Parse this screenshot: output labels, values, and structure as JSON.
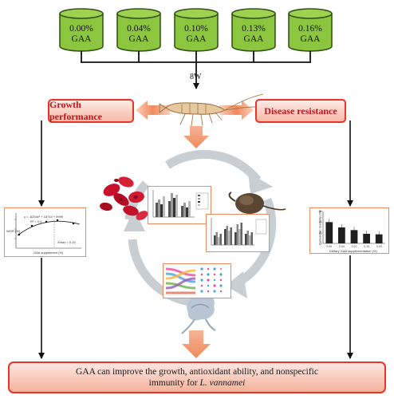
{
  "groups": [
    {
      "dose": "0.00%",
      "name": "GAA"
    },
    {
      "dose": "0.04%",
      "name": "GAA"
    },
    {
      "dose": "0.10%",
      "name": "GAA"
    },
    {
      "dose": "0.13%",
      "name": "GAA"
    },
    {
      "dose": "0.16%",
      "name": "GAA"
    }
  ],
  "duration": "8W",
  "left_box": "Growth performance",
  "right_box": "Disease resistance",
  "conclusion": {
    "line1": "GAA can improve the growth, antioxidant ability, and nonspecific",
    "line2_prefix": "immunity for ",
    "species": "L. vannamei"
  },
  "growth_chart": {
    "equation": "y = -6254x² + 1874x + 9999",
    "r2": "R² = 0.9",
    "optimum": "Xmax = 0.15",
    "ylabel": "WGR (%)",
    "xlabel": "GAA supplement (%)"
  },
  "disease_chart": {
    "ylabel": "Cumulative mortality (%)",
    "xlabel": "Dietary GAA supplementation (%)",
    "y_ticks": [
      "60",
      "40",
      "20",
      "0"
    ],
    "categories": [
      "0.00",
      "0.04",
      "0.10",
      "0.13",
      "0.16"
    ],
    "values": [
      40,
      30,
      25,
      18,
      17
    ]
  },
  "colors": {
    "tank_fill": "#8cc63f",
    "tank_stroke": "#2d4f12",
    "box_border": "#e8352b",
    "arrow_orange": "#f08a5d",
    "cycle_gray": "#c9ced3"
  },
  "icons": {
    "shrimp": "shrimp-illustration",
    "blood": "red-blood-cells-icon",
    "liver": "hepatopancreas-icon",
    "intestine": "intestine-icon"
  }
}
